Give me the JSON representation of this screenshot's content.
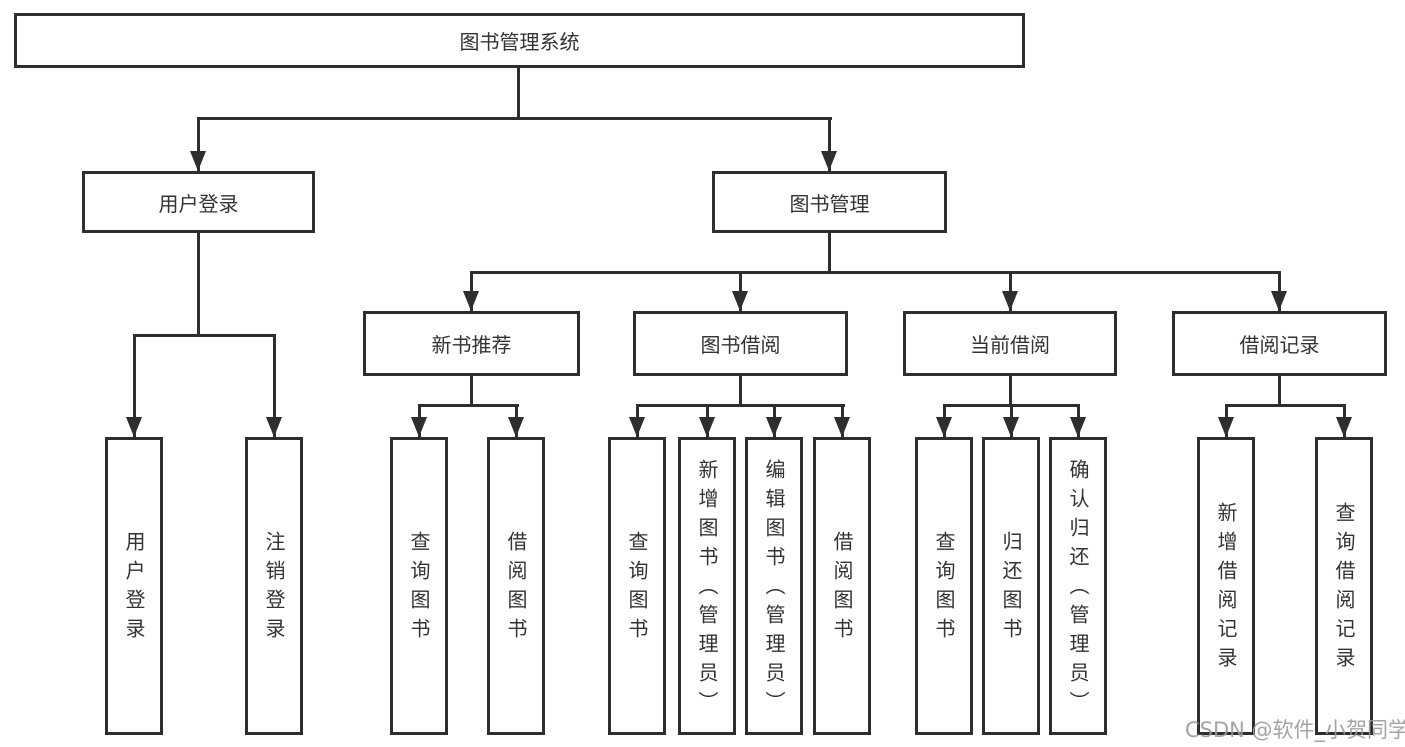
{
  "tree": {
    "root": {
      "label": "图书管理系统"
    },
    "branches": [
      {
        "label": "用户登录",
        "children": [
          {
            "label": "用户登录"
          },
          {
            "label": "注销登录"
          }
        ]
      },
      {
        "label": "图书管理",
        "children": [
          {
            "label": "新书推荐",
            "children": [
              {
                "label": "查询图书"
              },
              {
                "label": "借阅图书"
              }
            ]
          },
          {
            "label": "图书借阅",
            "children": [
              {
                "label": "查询图书"
              },
              {
                "label": "新增图书（管理员）"
              },
              {
                "label": "编辑图书（管理员）"
              },
              {
                "label": "借阅图书"
              }
            ]
          },
          {
            "label": "当前借阅",
            "children": [
              {
                "label": "查询图书"
              },
              {
                "label": "归还图书"
              },
              {
                "label": "确认归还（管理员）"
              }
            ]
          },
          {
            "label": "借阅记录",
            "children": [
              {
                "label": "新增借阅记录"
              },
              {
                "label": "查询借阅记录"
              }
            ]
          }
        ]
      }
    ]
  },
  "watermark": {
    "text": "CSDN @软件_小贺同学"
  },
  "colors": {
    "line": "#2e2e2e",
    "text": "#333333",
    "background": "#ffffff",
    "watermark": "#9b9b9b"
  }
}
